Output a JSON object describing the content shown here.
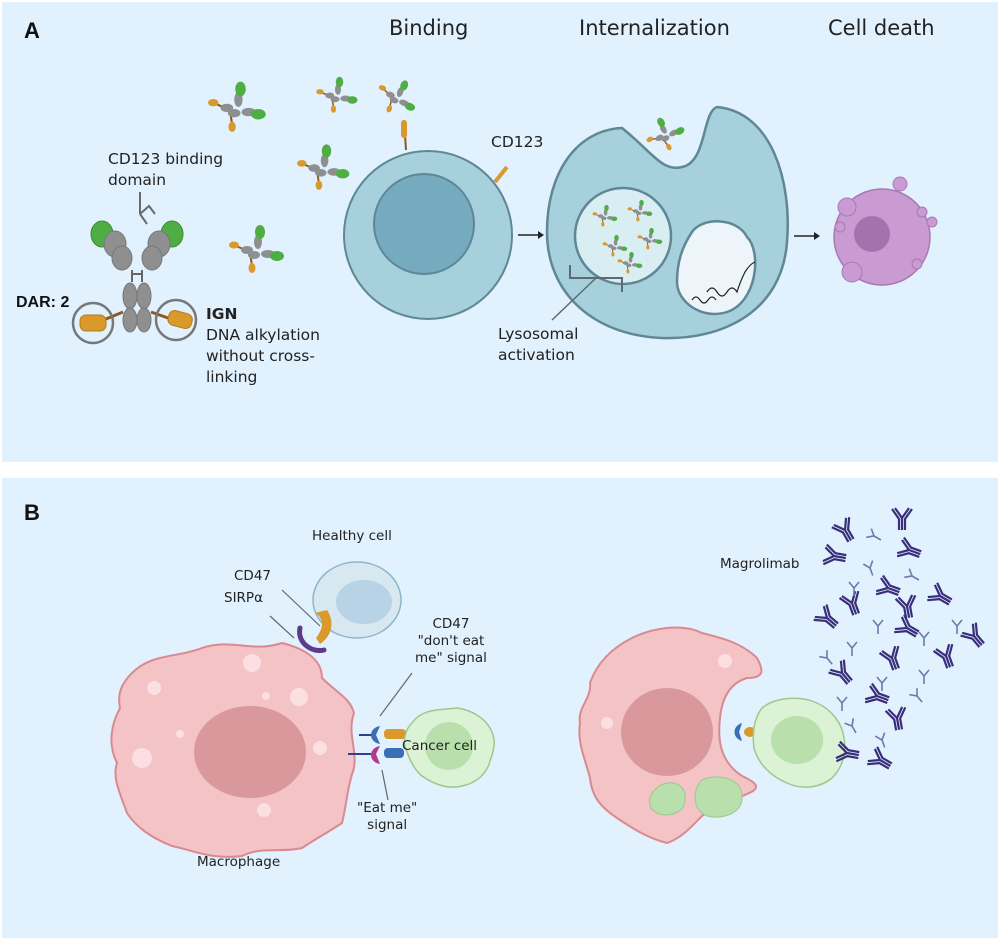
{
  "panel_a": {
    "label": "A",
    "stages": [
      "Binding",
      "Internalization",
      "Cell death"
    ],
    "labels": {
      "cd123_binding_domain": [
        "CD123 binding",
        "domain"
      ],
      "dar": "DAR: 2",
      "payload_name": "IGN",
      "payload_desc": [
        "DNA alkylation",
        "without cross-",
        "linking"
      ],
      "cd123": "CD123",
      "lysosomal": [
        "Lysosomal",
        "activation"
      ]
    }
  },
  "panel_b": {
    "label": "B",
    "labels": {
      "healthy_cell": "Healthy cell",
      "cd47": "CD47",
      "sirpa": "SIRPα",
      "cd47_signal": [
        "CD47",
        "\"don't eat",
        "me\" signal"
      ],
      "cancer_cell": "Cancer cell",
      "eat_me": [
        "\"Eat me\"",
        "signal"
      ],
      "macrophage": "Macrophage",
      "drug": "Magrolimab"
    }
  },
  "colors": {
    "background": "#e1f1fd",
    "cell_teal": "#a5d0dc",
    "nucleus_teal": "#76aabe",
    "antibody_gray": "#8f8f8f",
    "binding_green": "#4fae43",
    "payload_orange": "#d99a2b",
    "dead_cell_purple": "#c99bd2",
    "macrophage_pink": "#f4c3c6",
    "macrophage_nucleus": "#d9989c",
    "cancer_green": "#dcf2d4",
    "healthy_blue": "#d8e8f1",
    "magrolimab_navy": "#3a2e7a",
    "sirpa_purple": "#5c3a8c",
    "receptor_blue": "#3a6eb5",
    "eatme_magenta": "#b23a8c"
  }
}
